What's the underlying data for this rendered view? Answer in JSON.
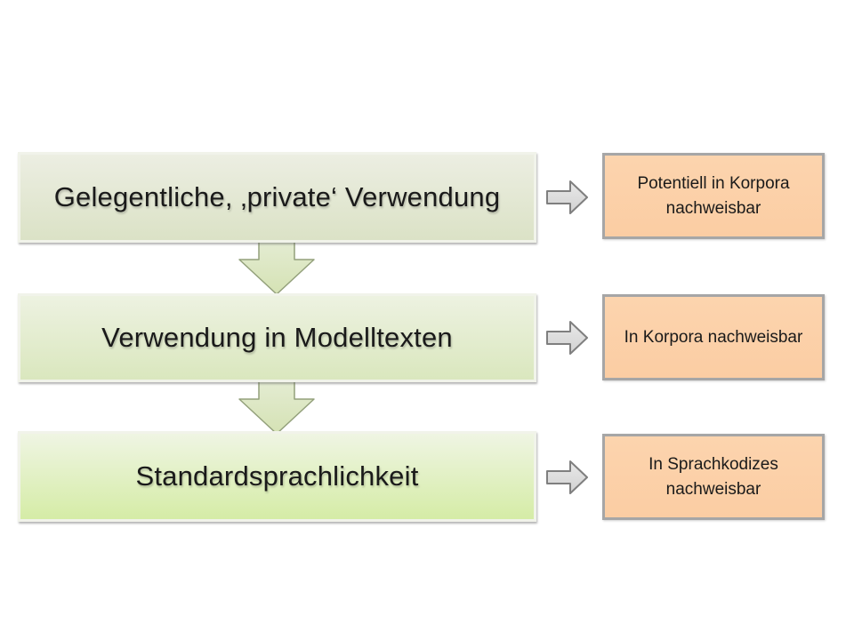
{
  "diagram": {
    "rows": [
      {
        "stage_label": "Gelegentliche, ‚private‘ Verwendung",
        "evidence_label": "Potentiell in Korpora nachweisbar"
      },
      {
        "stage_label": "Verwendung in Modelltexten",
        "evidence_label": "In Korpora nachweisbar"
      },
      {
        "stage_label": "Standardsprachlichkeit",
        "evidence_label": "In Sprachkodizes nachweisbar"
      }
    ],
    "icons": {
      "down_arrow": "down-block-arrow",
      "right_arrow": "right-block-arrow"
    },
    "colors": {
      "background": "#FFFFFF",
      "stage_gradient_tops": [
        "#ECEEE2",
        "#EDF2E1",
        "#EFF5E3"
      ],
      "stage_gradient_bottoms": [
        "#DBE2C6",
        "#DAE7BE",
        "#D5ECA6"
      ],
      "stage_border": "#F1F3EA",
      "down_arrow_fill_top": "#E4ECD3",
      "down_arrow_fill_bottom": "#D5E2B4",
      "down_arrow_stroke": "#93A07B",
      "right_arrow_fill_top": "#E9E9E9",
      "right_arrow_fill_bottom": "#D1D1D1",
      "right_arrow_stroke": "#7F7F7F",
      "evidence_fill": "#FBCFA7",
      "evidence_border": "#A6A6A6",
      "text": "#1A1A1A"
    }
  }
}
